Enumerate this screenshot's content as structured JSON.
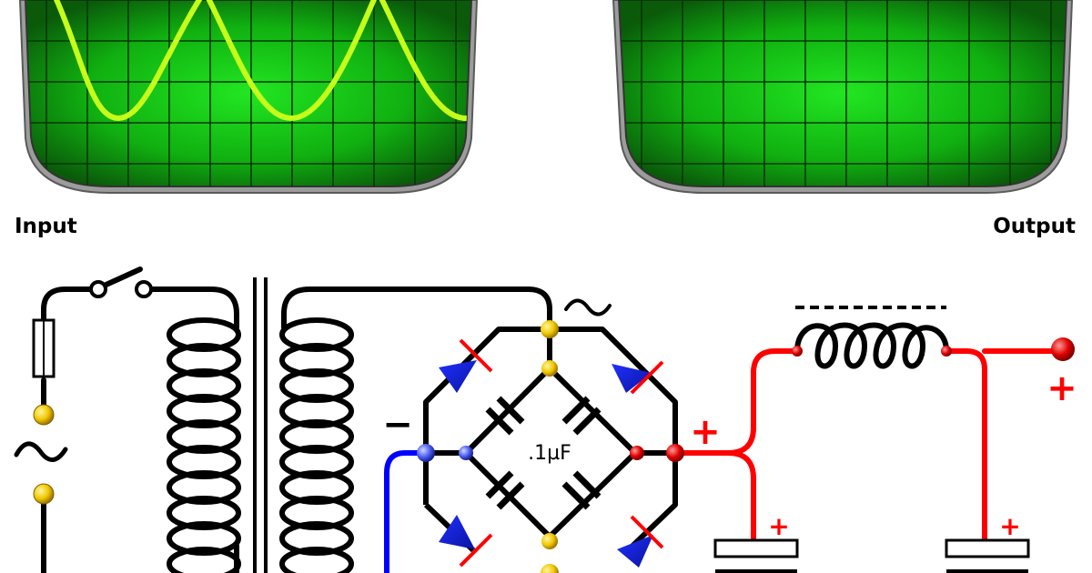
{
  "labels": {
    "input": "Input",
    "output": "Output",
    "capacitor_value": ".1µF",
    "minus": "−",
    "plus": "+",
    "ac": "~"
  },
  "colors": {
    "screen_dark": "#0a5a0a",
    "screen_bright": "#19d619",
    "trace": "#c6ff1a",
    "bezel": "#9a9a9a",
    "wire": "#000000",
    "positive": "#ff0000",
    "negative": "#0000ff",
    "node_yellow": "#f0d000",
    "diode_blue": "#1428e0"
  },
  "icons": {
    "ac_source": "sine-wave-icon",
    "switch": "switch-icon",
    "fuse": "fuse-icon",
    "transformer": "transformer-icon",
    "choke": "inductor-icon"
  }
}
